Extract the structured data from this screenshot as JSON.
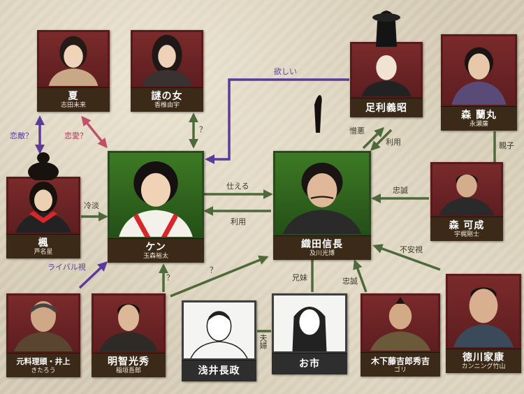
{
  "colors": {
    "green_arrow": "#4e6a3c",
    "purple_arrow": "#5b3a9a",
    "pink_arrow": "#c0506a",
    "plate_brown": "#3b2a18"
  },
  "characters": [
    {
      "id": "natsu",
      "name": "夏",
      "actor": "志田未来"
    },
    {
      "id": "nazo",
      "name": "謎の女",
      "actor": "香椎由宇"
    },
    {
      "id": "ashikaga",
      "name": "足利義昭",
      "actor": ""
    },
    {
      "id": "ranmaru",
      "name": "森 蘭丸",
      "actor": "永瀬廉"
    },
    {
      "id": "kaede",
      "name": "楓",
      "actor": "芦名星"
    },
    {
      "id": "ken",
      "name": "ケン",
      "actor": "玉森裕太"
    },
    {
      "id": "nobunaga",
      "name": "織田信長",
      "actor": "及川光博"
    },
    {
      "id": "yoshinari",
      "name": "森 可成",
      "actor": "宇梶剛士"
    },
    {
      "id": "inoue",
      "name": "元料理頭・井上",
      "actor": "きたろう"
    },
    {
      "id": "mitsuhide",
      "name": "明智光秀",
      "actor": "稲垣吾郎"
    },
    {
      "id": "azai",
      "name": "浅井長政",
      "actor": ""
    },
    {
      "id": "oichi",
      "name": "お市",
      "actor": ""
    },
    {
      "id": "hideyoshi",
      "name": "木下藤吉郎秀吉",
      "actor": "ゴリ"
    },
    {
      "id": "ieyasu",
      "name": "徳川家康",
      "actor": "カンニング竹山"
    }
  ],
  "relations": {
    "hoshii": "欲しい",
    "renteki": "恋敵？",
    "renai": "恋愛？",
    "q_nazo": "？",
    "kenno": "憎悪",
    "riyou_ash": "利用",
    "oyako": "親子",
    "reitan": "冷淡",
    "tsukaeru": "仕える",
    "riyou_nob": "利用",
    "chusei_mori": "忠誠",
    "fuanshi": "不安視",
    "rival": "ライバル視",
    "q_mitsu1": "？",
    "q_mitsu2": "？",
    "kyoudai": "兄妹",
    "chusei_hide": "忠誠",
    "fuufu": "夫婦"
  }
}
